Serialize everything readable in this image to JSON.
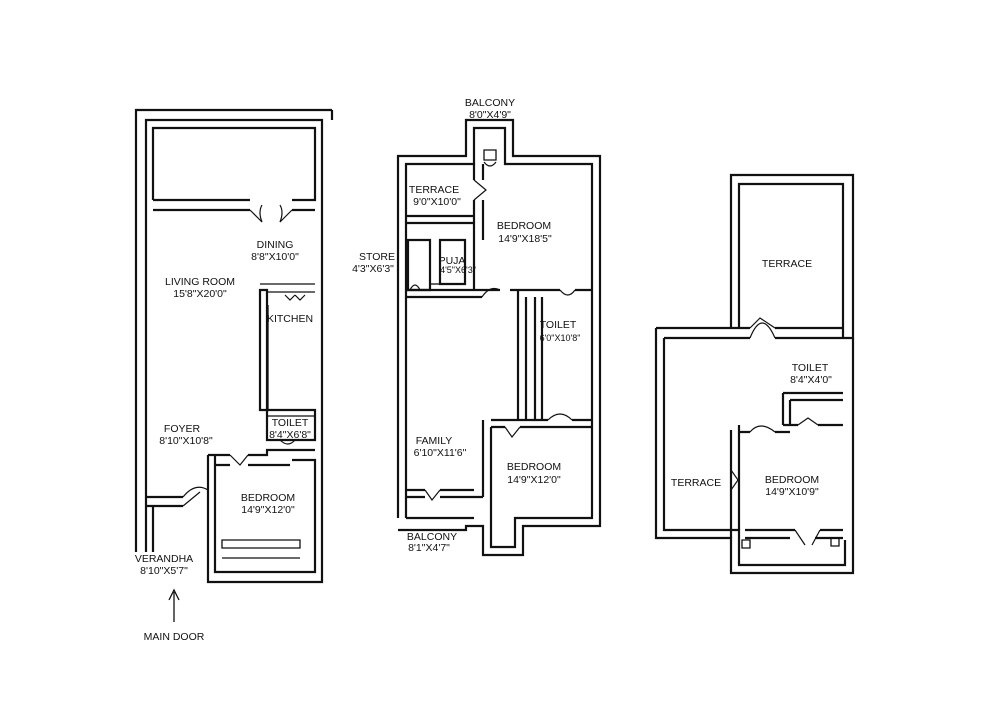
{
  "plans": [
    {
      "id": "ground-floor",
      "rooms": [
        {
          "key": "dining",
          "name": "DINING",
          "size": "8'8\"X10'0\""
        },
        {
          "key": "living",
          "name": "LIVING ROOM",
          "size": "15'8\"X20'0\""
        },
        {
          "key": "kitchen",
          "name": "KITCHEN",
          "size": ""
        },
        {
          "key": "toilet",
          "name": "TOILET",
          "size": "8'4\"X6'8\""
        },
        {
          "key": "foyer",
          "name": "FOYER",
          "size": "8'10\"X10'8\""
        },
        {
          "key": "bedroom",
          "name": "BEDROOM",
          "size": "14'9\"X12'0\""
        },
        {
          "key": "verandha",
          "name": "VERANDHA",
          "size": "8'10\"X5'7\""
        }
      ],
      "main_door_label": "MAIN DOOR"
    },
    {
      "id": "first-floor",
      "rooms": [
        {
          "key": "balcony-top",
          "name": "BALCONY",
          "size": "8'0\"X4'9\""
        },
        {
          "key": "terrace",
          "name": "TERRACE",
          "size": "9'0\"X10'0\""
        },
        {
          "key": "bedroom-top",
          "name": "BEDROOM",
          "size": "14'9\"X18'5\""
        },
        {
          "key": "store",
          "name": "STORE",
          "size": "4'3\"X6'3\""
        },
        {
          "key": "puja",
          "name": "PUJA",
          "size": "4'5\"X6'3\""
        },
        {
          "key": "toilet",
          "name": "TOILET",
          "size": "6'0\"X10'8\""
        },
        {
          "key": "family",
          "name": "FAMILY",
          "size": "6'10\"X11'6\""
        },
        {
          "key": "bedroom-bottom",
          "name": "BEDROOM",
          "size": "14'9\"X12'0\""
        },
        {
          "key": "balcony-bottom",
          "name": "BALCONY",
          "size": "8'1\"X4'7\""
        }
      ]
    },
    {
      "id": "second-floor",
      "rooms": [
        {
          "key": "terrace-top",
          "name": "TERRACE",
          "size": ""
        },
        {
          "key": "toilet",
          "name": "TOILET",
          "size": "8'4\"X4'0\""
        },
        {
          "key": "terrace-left",
          "name": "TERRACE",
          "size": ""
        },
        {
          "key": "bedroom",
          "name": "BEDROOM",
          "size": "14'9\"X10'9\""
        }
      ]
    }
  ]
}
